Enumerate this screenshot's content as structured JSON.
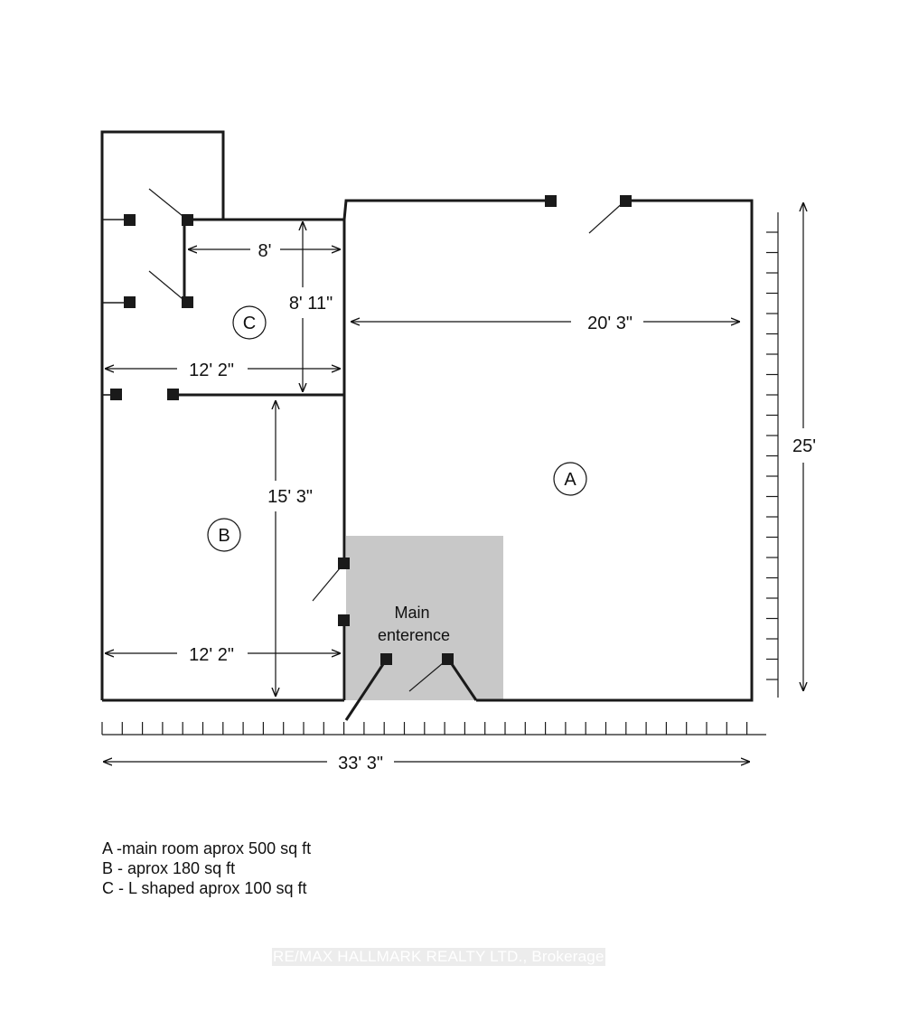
{
  "rooms": {
    "a": {
      "label": "A"
    },
    "b": {
      "label": "B"
    },
    "c": {
      "label": "C"
    }
  },
  "dimensions": {
    "c_width": "8'",
    "c_height": "8' 11\"",
    "a_width": "20' 3\"",
    "c_lower_width": "12' 2\"",
    "b_height": "15' 3\"",
    "b_width": "12' 2\"",
    "overall_height": "25'",
    "overall_width": "33' 3\""
  },
  "entrance": {
    "line1": "Main",
    "line2": "enterence"
  },
  "legend": [
    "A -main room aprox 500 sq ft",
    "B - aprox 180 sq ft",
    "C - L shaped aprox 100 sq ft"
  ],
  "watermark": "RE/MAX HALLMARK REALTY LTD., Brokerage",
  "colors": {
    "wall": "#1a1a1a",
    "entrance_fill": "#c8c8c8",
    "background": "#ffffff"
  }
}
